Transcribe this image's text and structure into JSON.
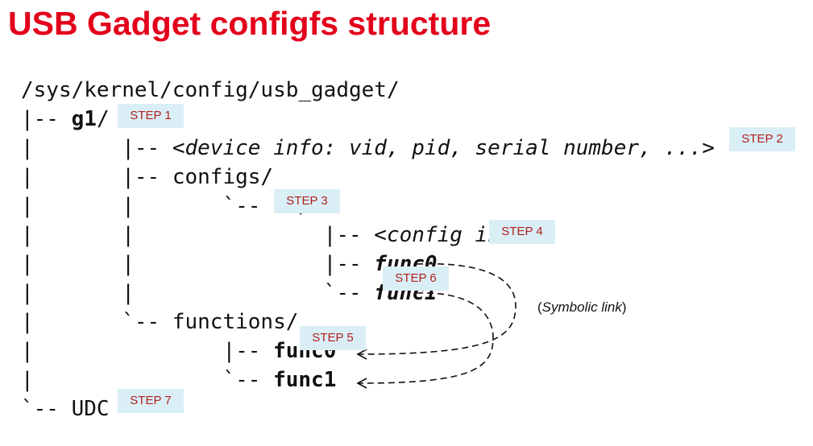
{
  "title": "USB Gadget configfs structure",
  "tree": {
    "root": "/sys/kernel/config/usb_gadget/",
    "g1_prefix": "|-- ",
    "g1_name": "g1",
    "g1_suffix": "/",
    "device_info_prefix": "|       |-- ",
    "device_info": "<device info: vid, pid, serial number, ...>",
    "configs": "|       |-- configs/",
    "c1_prefix": "|       |       `-- ",
    "c1_name": "c1",
    "c1_suffix": "/",
    "config_info_prefix": "|       |               |-- ",
    "config_info": "<config info>",
    "c_func0_prefix": "|       |               |-- ",
    "c_func0": "func0",
    "c_func1_prefix": "|       |               `-- ",
    "c_func1": "func1",
    "functions": "|       `-- functions/",
    "f_func0_prefix": "|               |-- ",
    "f_func0": "func0",
    "f_func1_prefix": "|               `-- ",
    "f_func1": "func1",
    "udc": "`-- UDC"
  },
  "steps": {
    "step1": "STEP 1",
    "step2": "STEP 2",
    "step3": "STEP 3",
    "step4": "STEP 4",
    "step5": "STEP 5",
    "step6": "STEP 6",
    "step7": "STEP 7"
  },
  "symlink_note": {
    "open": "(",
    "text": "Symbolic link",
    "close": ")"
  },
  "colors": {
    "title": "#e3001b",
    "step_bg": "#daeef6",
    "step_text": "#b0201c"
  }
}
